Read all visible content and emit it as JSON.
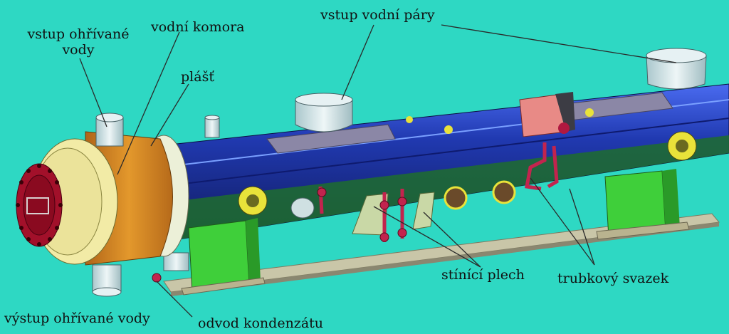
{
  "labels": {
    "inlet_heated_water": "vstup ohřívané vody",
    "water_chamber": "vodní komora",
    "shell": "plášť",
    "steam_inlet": "vstup vodní páry",
    "baffle_plate": "stínící plech",
    "tube_bundle": "trubkový svazek",
    "outlet_heated_water": "výstup ohřívané vody",
    "condensate_drain": "odvod kondenzátu"
  },
  "colors": {
    "background": "#2ed8c3",
    "shell": "#1c2a8a",
    "shell_light": "#2f49c9",
    "water_chamber": "#d4851f",
    "insulation": "#f2eba6",
    "flange": "#a2102a",
    "support": "#3fcf3a",
    "nozzle": "#cfe0e2",
    "leader_line": "#2a2a2a"
  }
}
